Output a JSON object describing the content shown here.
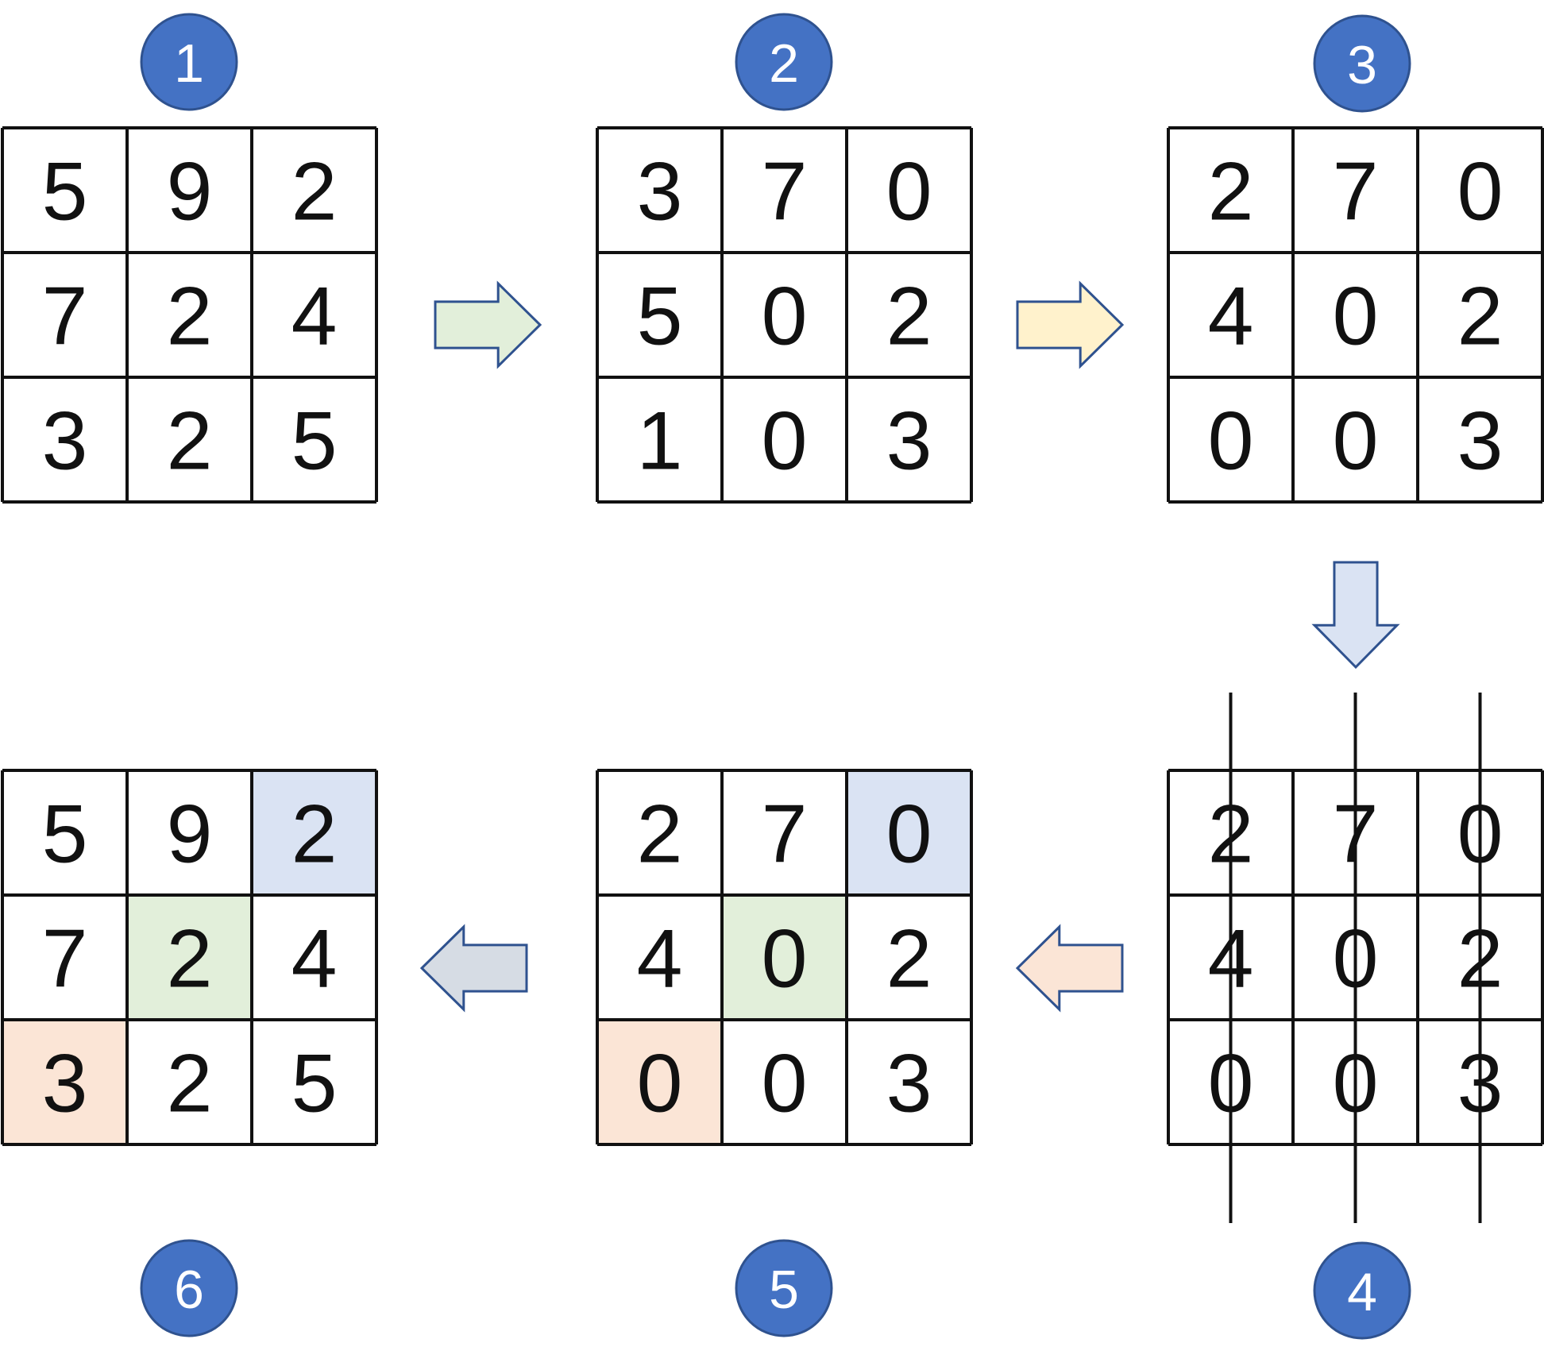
{
  "steps": [
    {
      "badge": "1",
      "grid": [
        [
          "5",
          "9",
          "2"
        ],
        [
          "7",
          "2",
          "4"
        ],
        [
          "3",
          "2",
          "5"
        ]
      ],
      "highlights": []
    },
    {
      "badge": "2",
      "grid": [
        [
          "3",
          "7",
          "0"
        ],
        [
          "5",
          "0",
          "2"
        ],
        [
          "1",
          "0",
          "3"
        ]
      ],
      "highlights": []
    },
    {
      "badge": "3",
      "grid": [
        [
          "2",
          "7",
          "0"
        ],
        [
          "4",
          "0",
          "2"
        ],
        [
          "0",
          "0",
          "3"
        ]
      ],
      "highlights": []
    },
    {
      "badge": "4",
      "grid": [
        [
          "2",
          "7",
          "0"
        ],
        [
          "4",
          "0",
          "2"
        ],
        [
          "0",
          "0",
          "3"
        ]
      ],
      "highlights": [],
      "vertical_lines": true
    },
    {
      "badge": "5",
      "grid": [
        [
          "2",
          "7",
          "0"
        ],
        [
          "4",
          "0",
          "2"
        ],
        [
          "0",
          "0",
          "3"
        ]
      ],
      "highlights": [
        {
          "row": 0,
          "col": 2,
          "color": "#dae3f3"
        },
        {
          "row": 1,
          "col": 1,
          "color": "#e2efda"
        },
        {
          "row": 2,
          "col": 0,
          "color": "#fbe5d6"
        }
      ]
    },
    {
      "badge": "6",
      "grid": [
        [
          "5",
          "9",
          "2"
        ],
        [
          "7",
          "2",
          "4"
        ],
        [
          "3",
          "2",
          "5"
        ]
      ],
      "highlights": [
        {
          "row": 0,
          "col": 2,
          "color": "#dae3f3"
        },
        {
          "row": 1,
          "col": 1,
          "color": "#e2efda"
        },
        {
          "row": 2,
          "col": 0,
          "color": "#fbe5d6"
        }
      ]
    }
  ],
  "arrows": [
    {
      "direction": "right",
      "fill": "#e2efda"
    },
    {
      "direction": "right",
      "fill": "#fff2cc"
    },
    {
      "direction": "down",
      "fill": "#dae3f3"
    },
    {
      "direction": "left",
      "fill": "#fbe5d6"
    },
    {
      "direction": "left",
      "fill": "#d6dce4"
    }
  ],
  "colors": {
    "badge_fill": "#4472c4",
    "badge_stroke": "#2f528f",
    "arrow_stroke": "#2f528f",
    "grid_line": "#111111"
  }
}
